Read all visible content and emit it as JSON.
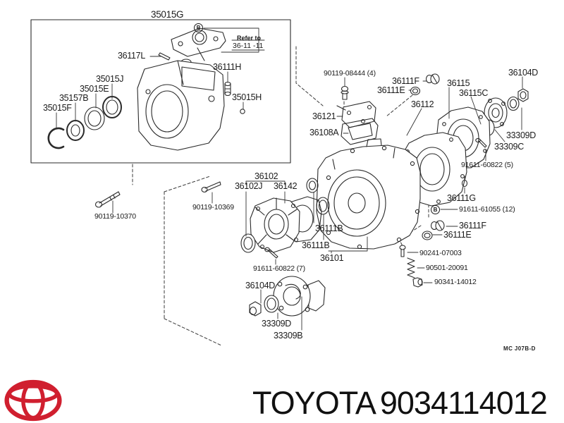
{
  "diagram": {
    "inset_box": {
      "title": "35015G",
      "marker_b": "B",
      "refer_note_line1": "Refer to",
      "refer_note_line2": "36-11  -11"
    },
    "part_labels": [
      {
        "text": "36117L"
      },
      {
        "text": "36111H"
      },
      {
        "text": "35015J"
      },
      {
        "text": "35015E"
      },
      {
        "text": "35157B"
      },
      {
        "text": "35015F"
      },
      {
        "text": "35015H"
      },
      {
        "text": "90119-08444 (4)"
      },
      {
        "text": "36111F"
      },
      {
        "text": "36111E"
      },
      {
        "text": "36115"
      },
      {
        "text": "36115C"
      },
      {
        "text": "36104D"
      },
      {
        "text": "36112"
      },
      {
        "text": "36121"
      },
      {
        "text": "36108A"
      },
      {
        "text": "33309D"
      },
      {
        "text": "33309C"
      },
      {
        "text": "91611-60822 (5)"
      },
      {
        "text": "90119-10370"
      },
      {
        "text": "90119-10369"
      },
      {
        "text": "36102"
      },
      {
        "text": "36102J"
      },
      {
        "text": "36142"
      },
      {
        "text": "36111B"
      },
      {
        "text": "36111B"
      },
      {
        "text": "36101"
      },
      {
        "text": "36111G"
      },
      {
        "text": "91611-61055 (12)"
      },
      {
        "text": "36111F"
      },
      {
        "text": "36111E"
      },
      {
        "text": "90241-07003"
      },
      {
        "text": "90501-20091"
      },
      {
        "text": "90341-14012"
      },
      {
        "text": "91611-60822 (7)"
      },
      {
        "text": "36104D"
      },
      {
        "text": "33309D"
      },
      {
        "text": "33309B"
      }
    ],
    "plate_code": "MC J07B-D",
    "line_color": "#2a2a2a"
  },
  "footer": {
    "brand": "TOYOTA",
    "part_number": "9034114012",
    "logo": "toyota-emblem",
    "logo_color": "#d01f2f"
  }
}
